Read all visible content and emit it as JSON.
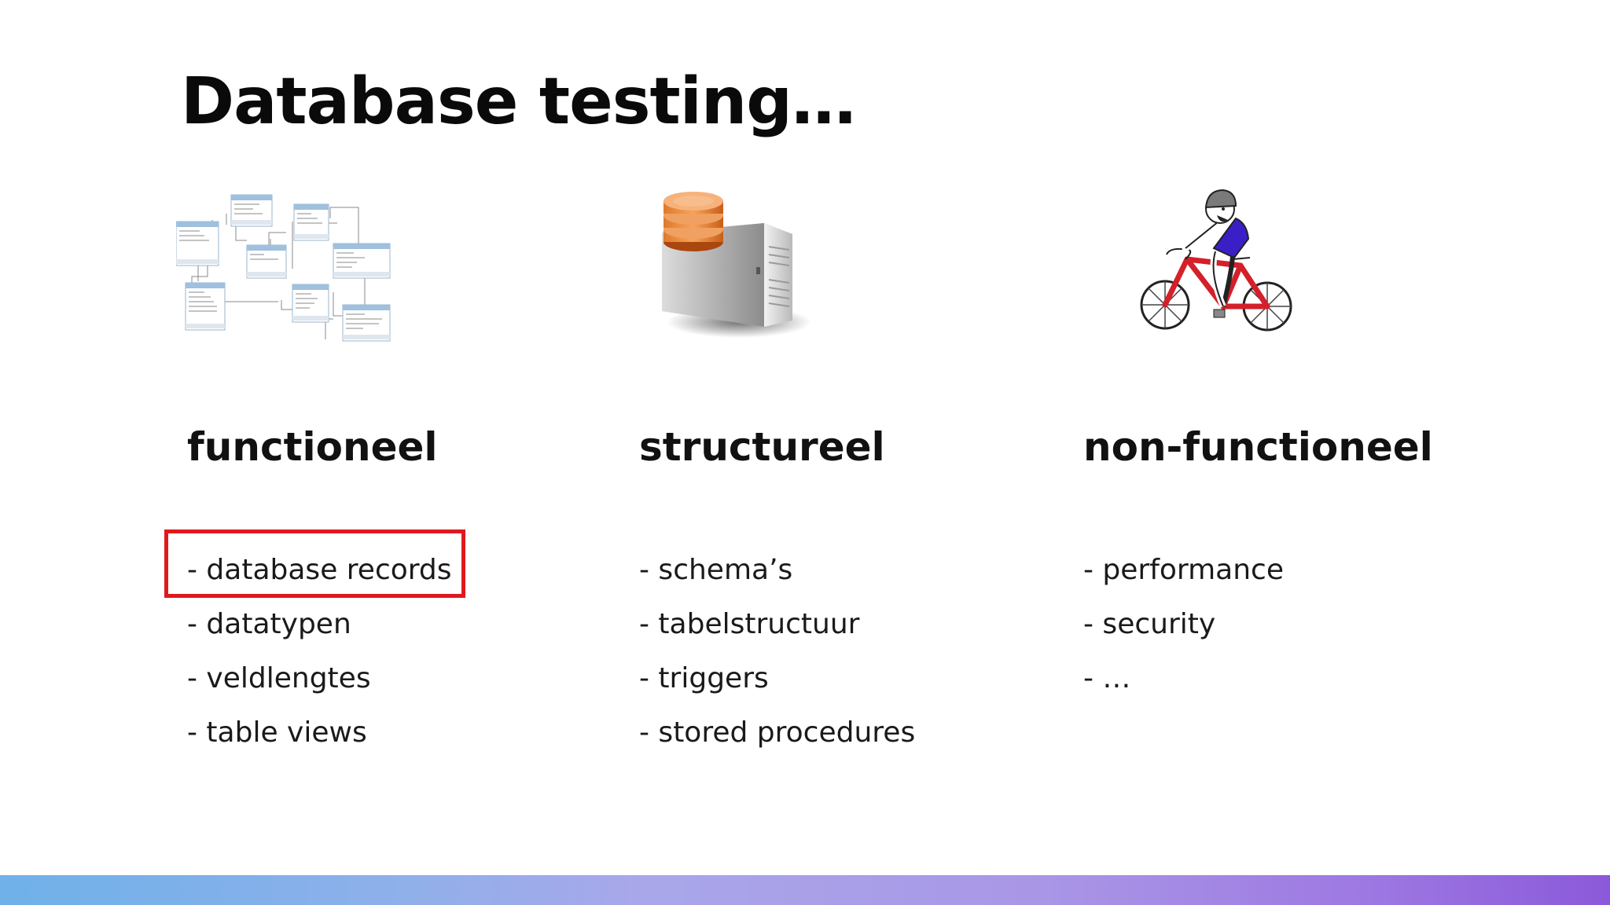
{
  "slide": {
    "title": "Database testing…",
    "columns": [
      {
        "heading": "functioneel",
        "image": "er-diagram-icon",
        "items": [
          "- database records",
          "- datatypen",
          "- veldlengtes",
          "- table views"
        ],
        "highlighted_item": "- database records"
      },
      {
        "heading": "structureel",
        "image": "database-server-icon",
        "items": [
          "- schema’s",
          "- tabelstructuur",
          "- triggers",
          "- stored procedures"
        ]
      },
      {
        "heading": "non-functioneel",
        "image": "cyclist-icon",
        "items": [
          "- performance",
          "- security",
          "- …"
        ]
      }
    ],
    "highlight_color": "#e0181e",
    "bottom_bar_colors": [
      "#6fb1e9",
      "#a9a7ea",
      "#8b59da"
    ]
  }
}
